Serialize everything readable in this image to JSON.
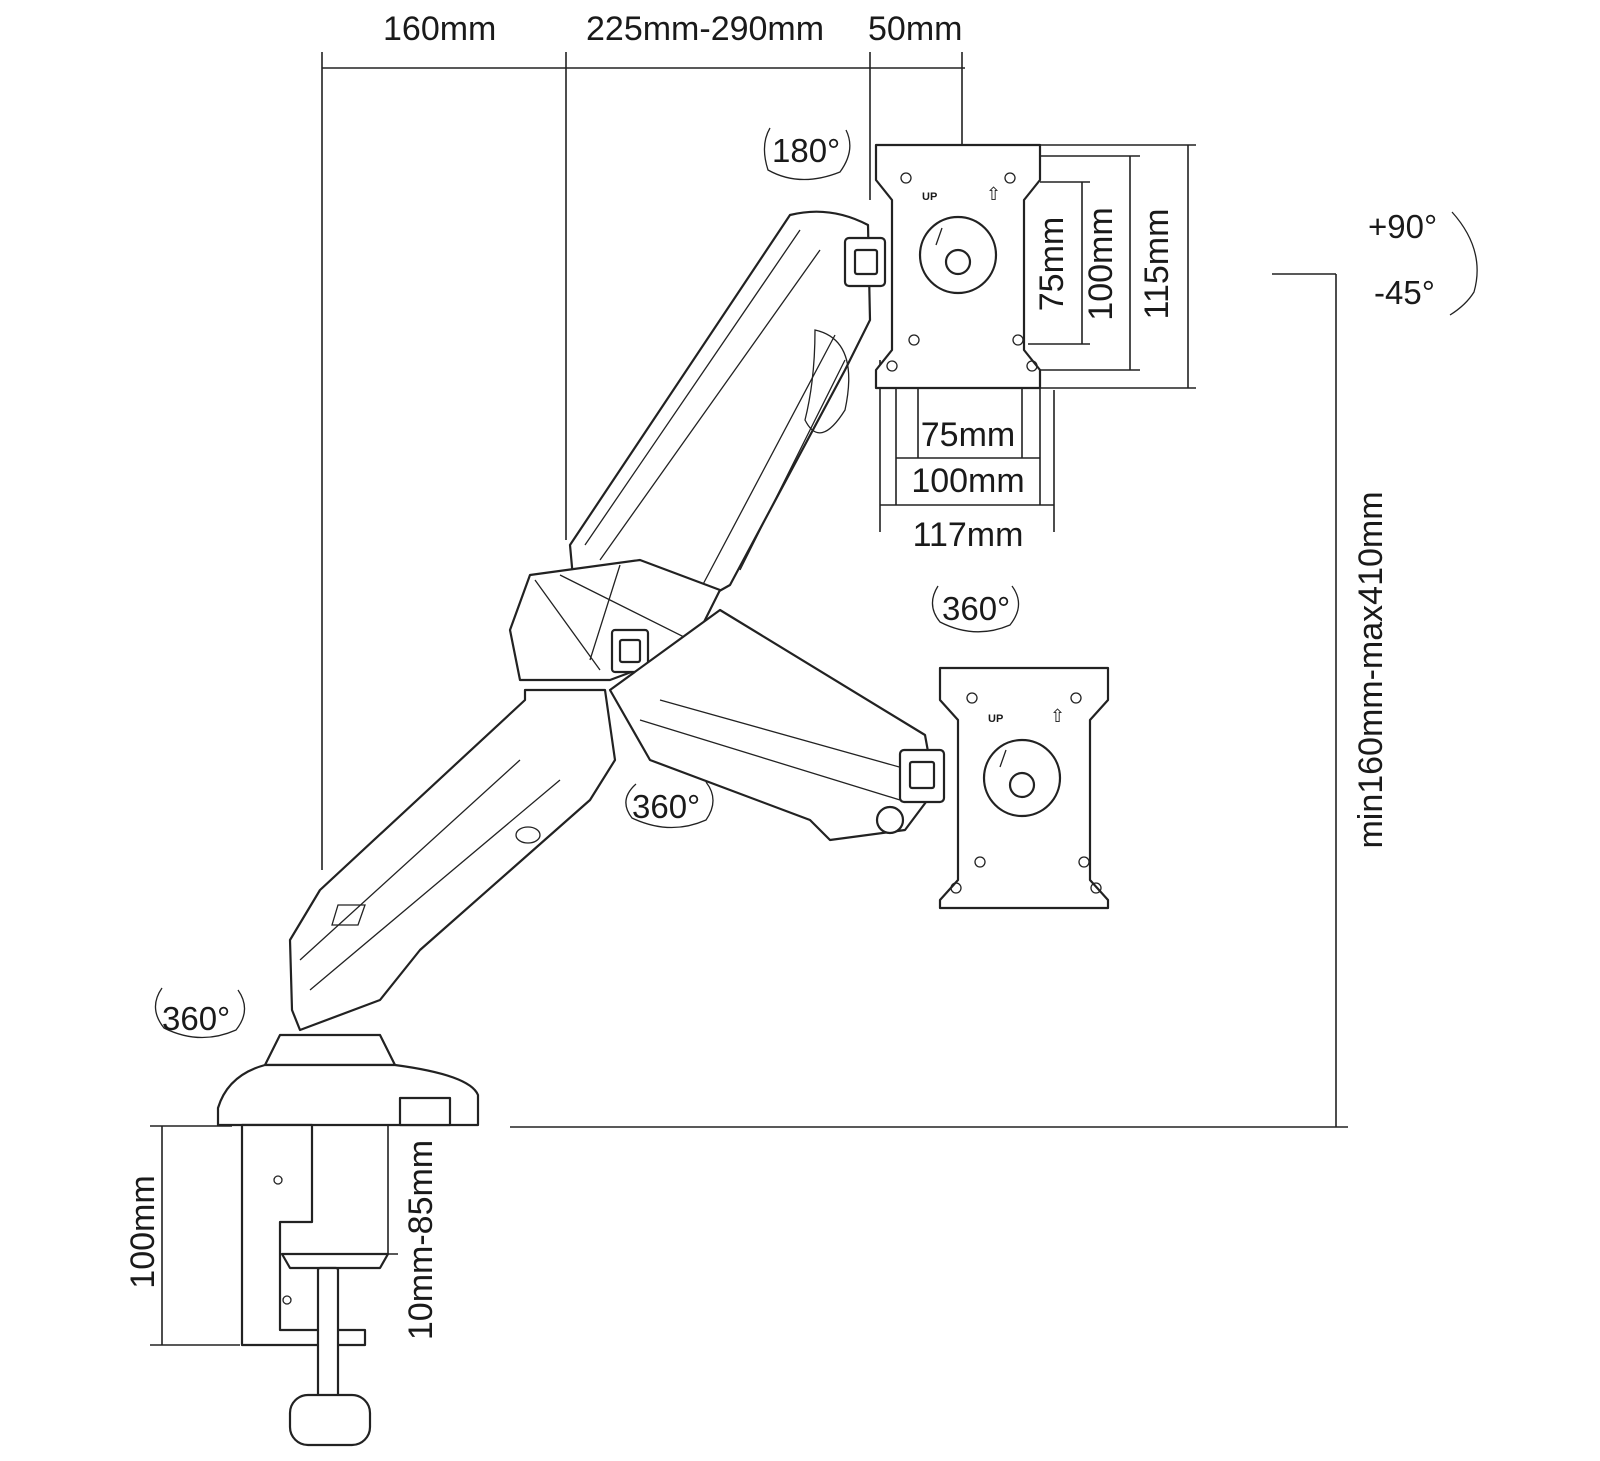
{
  "dimensions": {
    "base_to_pole": "160mm",
    "arm_reach": "225mm-290mm",
    "plate_offset": "50mm",
    "vesa_h_75": "75mm",
    "vesa_h_100": "100mm",
    "plate_h_117": "117mm",
    "vesa_v_75": "75mm",
    "vesa_v_100": "100mm",
    "plate_v_115": "115mm",
    "height_range": "min160mm-max410mm",
    "clamp_height": "100mm",
    "desk_thickness": "10mm-85mm"
  },
  "rotations": {
    "head_rotation": "180°",
    "tilt_up": "+90°",
    "tilt_down": "-45°",
    "elbow_upper": "360°",
    "elbow_lower": "360°",
    "base_swivel": "360°"
  },
  "plate_labels": {
    "up": "UP",
    "arrow": "⇧"
  },
  "colors": {
    "line": "#222222",
    "background": "#ffffff"
  }
}
